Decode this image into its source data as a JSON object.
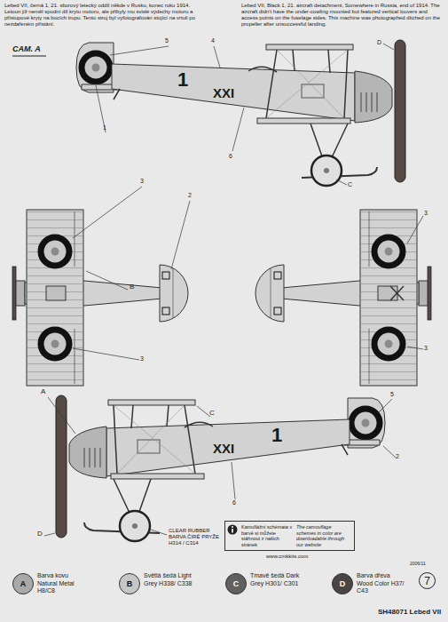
{
  "diagram": {
    "nodes": [
      {
        "text": [
          "Kamuflážní schémata v barvě si můžete stáhnout z našich stránek",
          "The camouflage schemes in color are downloadable through our website"
        ]
      },
      {
        "text": [
          "7"
        ]
      }
    ],
    "labels": [
      "Lebed VII, černá 1, 21. sborový letecký oddíl někde v Rusku, konec roku 1914. Letoun již neměl spodní díl krytu motoru, ale přibyly mu svislé výdechy motoru a přístupové kryty na bocích trupu. Tento stroj byl vyfotografován stojící na vrtuli po nezdařeném přistání.",
      "Lebed VII, Black 1, 21. aircraft detachment, Somewhere in Russia, end of 1914. The aircraft didn't have the under-cowling mounted but featured vertical louvers and access points on the fuselage sides. This machine was photographed ditched on the propeller after unsuccessful landing.",
      "CAM. A",
      "5",
      "4",
      "1",
      "XXI",
      "1",
      "6",
      "D",
      "C",
      "3",
      "2",
      "B",
      "3",
      "3",
      "3",
      "A",
      "C",
      "5",
      "1",
      "XXI",
      "6",
      "D",
      "2",
      "CLEAR RUBBER",
      "BARVA ČIRÉ PRYŽE",
      "H314 / C314",
      "www.cmkkits.com",
      "2006/11",
      "SH48071 Lebed VII",
      "A",
      "B",
      "C",
      "D"
    ],
    "legend": [
      {
        "text": "Barva kovu Natural Metal H8/C8",
        "color": "#a9a9a9"
      },
      {
        "text": "Světlá šedá Light Grey H338/ C338",
        "color": "#c6c6c6"
      },
      {
        "text": "Tmavě šedá Dark Grey H301/ C301",
        "color": "#606060"
      },
      {
        "text": "Barva dřeva Wood Color H37/ C43",
        "color": "#4a4444"
      }
    ]
  }
}
